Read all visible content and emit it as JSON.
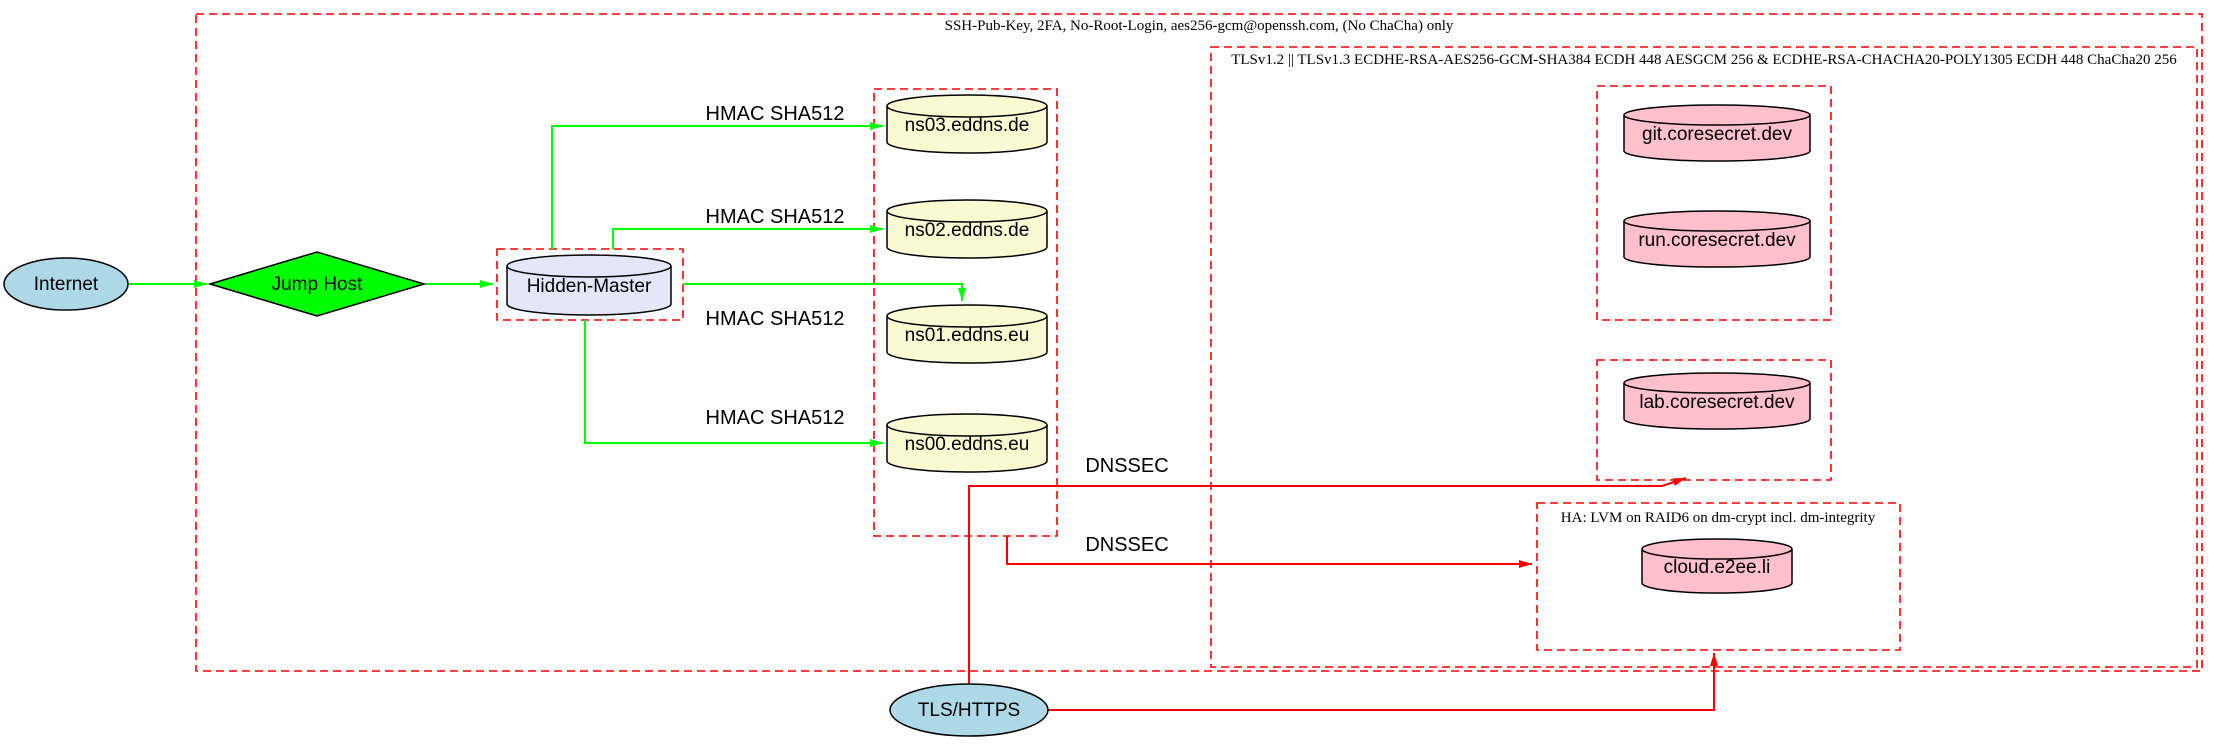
{
  "clusters": {
    "ssh": {
      "label": "SSH-Pub-Key, 2FA, No-Root-Login, aes256-gcm@openssh.com, (No ChaCha) only"
    },
    "tls": {
      "label": "TLSv1.2 || TLSv1.3 ECDHE-RSA-AES256-GCM-SHA384 ECDH 448 AESGCM 256 & ECDHE-RSA-CHACHA20-POLY1305 ECDH 448 ChaCha20 256"
    },
    "ha": {
      "label": "HA: LVM on RAID6 on dm-crypt incl. dm-integrity"
    }
  },
  "nodes": {
    "internet": {
      "label": "Internet",
      "fill": "#ADD8E6"
    },
    "jump_host": {
      "label": "Jump Host",
      "fill": "#00FF00"
    },
    "hidden_master": {
      "label": "Hidden-Master",
      "fill": "#E6E6FA"
    },
    "ns03": {
      "label": "ns03.eddns.de",
      "fill": "#FAFAD2"
    },
    "ns02": {
      "label": "ns02.eddns.de",
      "fill": "#FAFAD2"
    },
    "ns01": {
      "label": "ns01.eddns.eu",
      "fill": "#FAFAD2"
    },
    "ns00": {
      "label": "ns00.eddns.eu",
      "fill": "#FAFAD2"
    },
    "git": {
      "label": "git.coresecret.dev",
      "fill": "#FFC0CB"
    },
    "run": {
      "label": "run.coresecret.dev",
      "fill": "#FFC0CB"
    },
    "lab": {
      "label": "lab.coresecret.dev",
      "fill": "#FFC0CB"
    },
    "cloud": {
      "label": "cloud.e2ee.li",
      "fill": "#FFC0CB"
    },
    "tls_https": {
      "label": "TLS/HTTPS",
      "fill": "#ADD8E6"
    }
  },
  "edge_labels": {
    "hmac": "HMAC SHA512",
    "dnssec": "DNSSEC"
  },
  "colors": {
    "green": "#00FF00",
    "red": "#FF0000"
  }
}
